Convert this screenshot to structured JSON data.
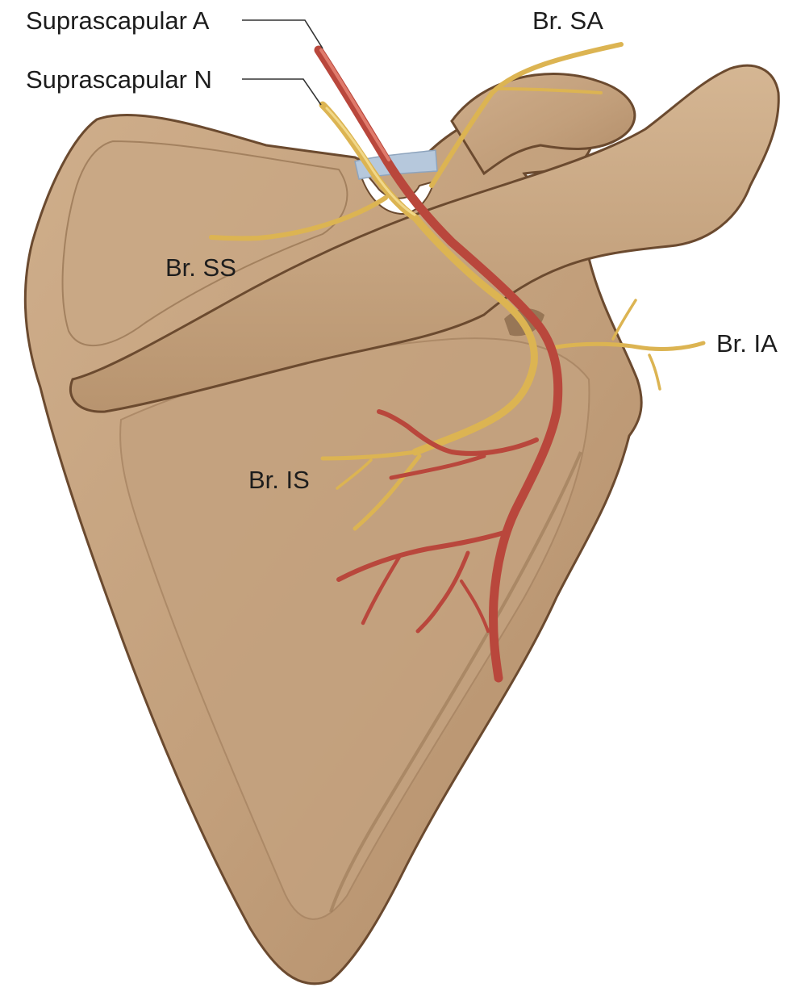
{
  "labels": {
    "suprascapular_artery": "Suprascapular A",
    "suprascapular_nerve": "Suprascapular N",
    "branch_sa": "Br. SA",
    "branch_ss": "Br. SS",
    "branch_ia": "Br. IA",
    "branch_is": "Br. IS"
  },
  "colors": {
    "bone_fill": "#c4a27f",
    "bone_shadow": "#9f7d5b",
    "bone_outline": "#6b4a2f",
    "artery": "#b9473c",
    "artery_highlight": "#e07b6c",
    "nerve": "#dcb452",
    "nerve_highlight": "#f1d889",
    "ligament": "#b6c8dc",
    "leader_line": "#333333"
  }
}
